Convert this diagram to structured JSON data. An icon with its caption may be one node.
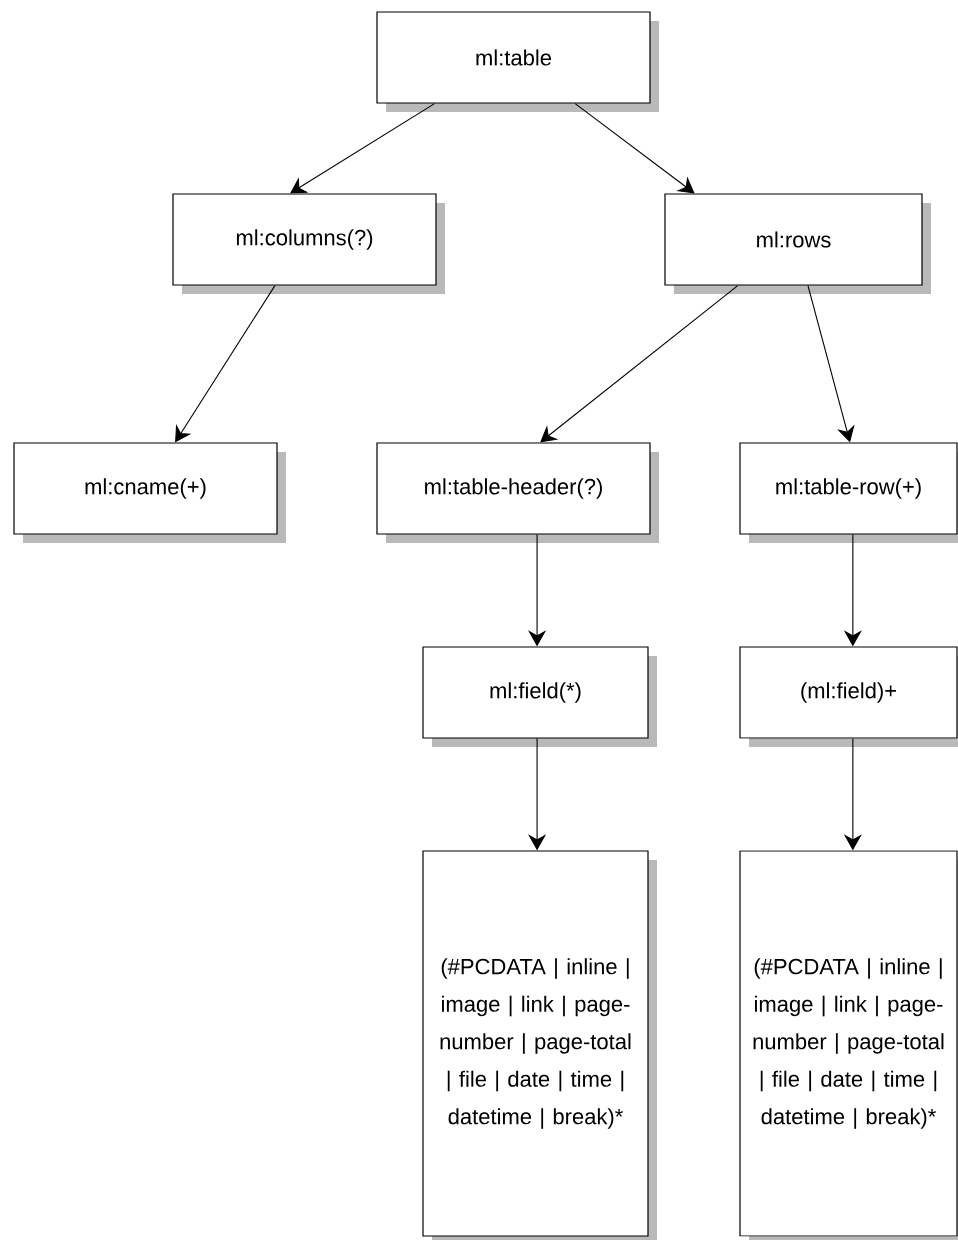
{
  "diagram": {
    "nodes": [
      {
        "text": [
          "ml:table"
        ]
      },
      {
        "text": [
          "ml:columns(?)"
        ]
      },
      {
        "text": [
          "ml:rows"
        ]
      },
      {
        "text": [
          "ml:cname(+)"
        ]
      },
      {
        "text": [
          "ml:table-header(?)"
        ]
      },
      {
        "text": [
          "ml:table-row(+)"
        ]
      },
      {
        "text": [
          "ml:field(*)"
        ]
      },
      {
        "text": [
          "(ml:field)+"
        ]
      },
      {
        "text": [
          "(#PCDATA | inline | image | link | page-number | page-total | file | date | time | datetime | break)*"
        ]
      },
      {
        "text": [
          "(#PCDATA | inline | image | link | page-number | page-total | file | date | time | datetime | break)*"
        ]
      }
    ],
    "edges": [
      {
        "from": 0,
        "to": 1,
        "arrow": "to"
      },
      {
        "from": 0,
        "to": 2,
        "arrow": "to"
      },
      {
        "from": 1,
        "to": 3,
        "arrow": "to"
      },
      {
        "from": 2,
        "to": 4,
        "arrow": "to"
      },
      {
        "from": 2,
        "to": 5,
        "arrow": "to"
      },
      {
        "from": 4,
        "to": 6,
        "arrow": "to"
      },
      {
        "from": 5,
        "to": 7,
        "arrow": "to"
      },
      {
        "from": 6,
        "to": 8,
        "arrow": "to"
      },
      {
        "from": 7,
        "to": 9,
        "arrow": "to"
      }
    ]
  }
}
